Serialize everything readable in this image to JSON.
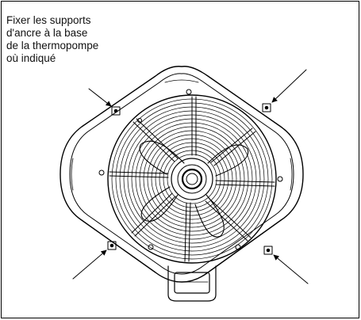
{
  "caption": {
    "lines": [
      "Fixer les supports",
      "d'ancre à la base",
      "de la thermopompe",
      "où indiqué"
    ]
  },
  "figure": {
    "subject": "Heat pump top view with fan guard",
    "line_color": "#000000",
    "background": "#ffffff",
    "anchor_bracket_count": 4
  }
}
